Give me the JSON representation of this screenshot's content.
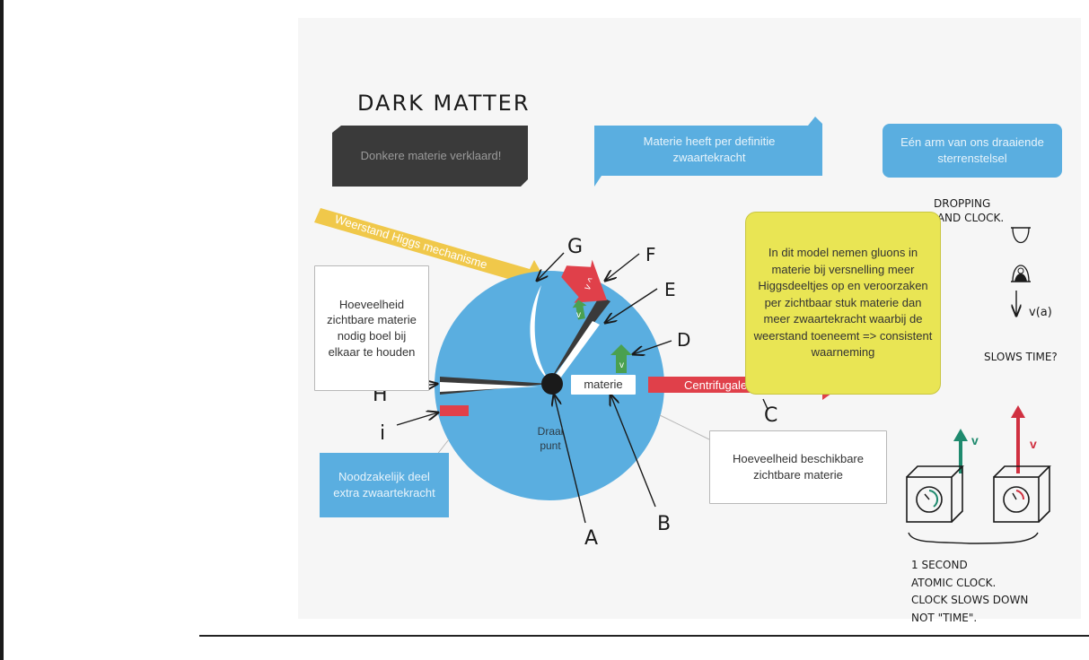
{
  "title": "DARK MATTER",
  "banners": {
    "dark": "Donkere materie verklaard!",
    "definition": "Materie heeft per definitie zwaartekracht",
    "arm": "Eén arm van ons draaiende sterrenstelsel"
  },
  "higgs_arrow_label": "Weerstand Higgs mechanisme",
  "boxes": {
    "amount_needed": "Hoeveelheid zichtbare materie nodig boel bij elkaar te houden",
    "model": "In dit model nemen gluons in materie bij versnelling meer Higgsdeeltjes op en veroorzaken per zichtbaar stuk materie dan meer zwaartekracht waarbij de weerstand toeneemt => consistent waarneming",
    "available": "Hoeveelheid beschikbare zichtbare materie",
    "necessary": "Noodzakelijk deel extra zwaartekracht"
  },
  "labels": {
    "materie": "materie",
    "centrifugal": "Centrifugale kracht",
    "pivot": "Draai punt",
    "v": "v",
    "v_caret": "v ^"
  },
  "letters": {
    "A": "A",
    "B": "B",
    "C": "C",
    "D": "D",
    "E": "E",
    "F": "F",
    "G": "G",
    "H": "H",
    "i": "i"
  },
  "notes": {
    "sand_clock": [
      "DROPPING",
      "SAND CLOCK."
    ],
    "v_a": "v(a)",
    "slows_time": "SLOWS TIME?",
    "v_green": "v",
    "v_red": "v",
    "bottom": [
      "1 SECOND",
      "ATOMIC CLOCK.",
      "CLOCK SLOWS DOWN",
      "NOT \"TIME\"."
    ]
  },
  "colors": {
    "circle": "#5aaee0",
    "dark": "#3a3a3a",
    "blue_banner": "#5aaee0",
    "yellow": "#e9e554",
    "higgs_arrow": "#f0c84a",
    "red_arrow": "#e0404a",
    "green_arrow": "#4aa050",
    "ink": "#1a1a1a"
  }
}
